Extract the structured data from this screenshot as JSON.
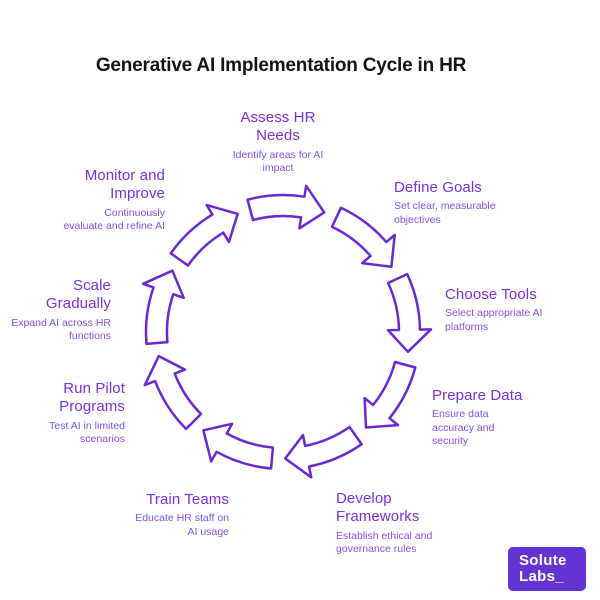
{
  "title": "Generative AI Implementation Cycle in HR",
  "steps": [
    {
      "title": "Assess HR\nNeeds",
      "description": "Identify areas for AI\nimpact"
    },
    {
      "title": "Define Goals",
      "description": "Set clear, measurable\nobjectives"
    },
    {
      "title": "Choose Tools",
      "description": "Select appropriate AI\nplatforms"
    },
    {
      "title": "Prepare Data",
      "description": "Ensure data\naccuracy and\nsecurity"
    },
    {
      "title": "Develop\nFrameworks",
      "description": "Establish ethical and\ngovernance rules"
    },
    {
      "title": "Train Teams",
      "description": "Educate HR staff on\nAI usage"
    },
    {
      "title": "Run Pilot\nPrograms",
      "description": "Test AI in limited\nscenarios"
    },
    {
      "title": "Scale\nGradually",
      "description": "Expand AI across HR\nfunctions"
    },
    {
      "title": "Monitor and\nImprove",
      "description": "Continuously\nevaluate and refine AI"
    }
  ],
  "brand": {
    "line1": "Solute",
    "line2": "Labs_"
  },
  "colors": {
    "heading": "#7b2fe3",
    "subtext": "#8650e6",
    "arrow": "#6a28d2",
    "title_text": "#141418",
    "logo_bg": "#6334d1"
  }
}
